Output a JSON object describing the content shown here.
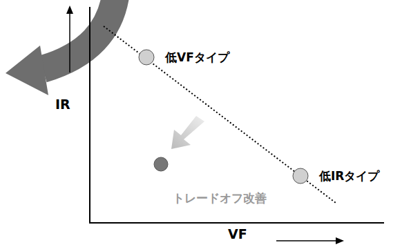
{
  "diagram": {
    "nodes": [
      {
        "text": [
          "低VFタイプ"
        ]
      },
      {
        "text": [
          "低IRタイプ"
        ]
      }
    ],
    "labels": [
      "IR",
      "VF",
      "トレードオフ改善"
    ]
  }
}
